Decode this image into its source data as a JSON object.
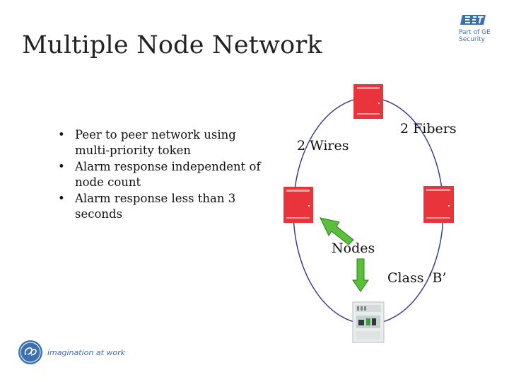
{
  "slide": {
    "title": "Multiple Node Network"
  },
  "logo_est": {
    "line1": "Part of GE",
    "line2": "Security"
  },
  "bullets": [
    {
      "marker": "•",
      "text": "Peer to peer network using multi-priority token"
    },
    {
      "marker": "•",
      "text": "Alarm response independent of node count"
    },
    {
      "marker": "•",
      "text": "Alarm response less than 3 seconds"
    }
  ],
  "diagram": {
    "label_wires": "2 Wires",
    "label_fibers": "2 Fibers",
    "label_nodes": "Nodes",
    "label_class": "Class ‘B’"
  },
  "logo_ge": {
    "tagline": "imagination at work"
  },
  "colors": {
    "node_red": "#e8343a",
    "arrow_green": "#5cbf3a",
    "ring": "#3b3d8f",
    "brand_blue": "#3a6fb0"
  }
}
